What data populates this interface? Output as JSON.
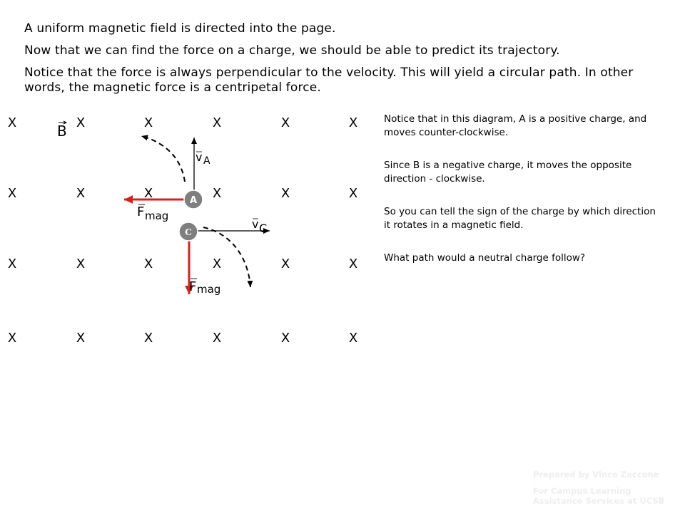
{
  "intro": {
    "line1": "A uniform magnetic field is directed into the page.",
    "line2": "Now that we can find the force on a charge, we should be able to predict its trajectory.",
    "line3": "Notice that the force is always perpendicular to the velocity.  This will yield a circular path.  In other words, the magnetic force is a centripetal force."
  },
  "diagram": {
    "field_symbol": "X",
    "field_label": "B",
    "velocity_a": {
      "base": "v",
      "sub": "A"
    },
    "velocity_c": {
      "base": "v",
      "sub": "C"
    },
    "force_a": {
      "base": "F",
      "sub": "mag"
    },
    "force_c": {
      "base": "F",
      "sub": "mag"
    },
    "charge_a": "A",
    "charge_c": "C",
    "colors": {
      "force_arrow": "#d9201a",
      "charge_fill": "#7f7f7f",
      "line": "#000000"
    }
  },
  "notes": [
    "Notice that in this diagram, A is a positive charge, and moves counter-clockwise.",
    "Since B is a negative charge, it moves the opposite direction -  clockwise.",
    "So you can tell the sign of the charge by which direction it rotates in a magnetic field.",
    "What path would a neutral charge follow?"
  ],
  "credit": {
    "line1": "Prepared by Vince Zaccone",
    "line2": "For Campus Learning Assistance Services at UCSB"
  }
}
